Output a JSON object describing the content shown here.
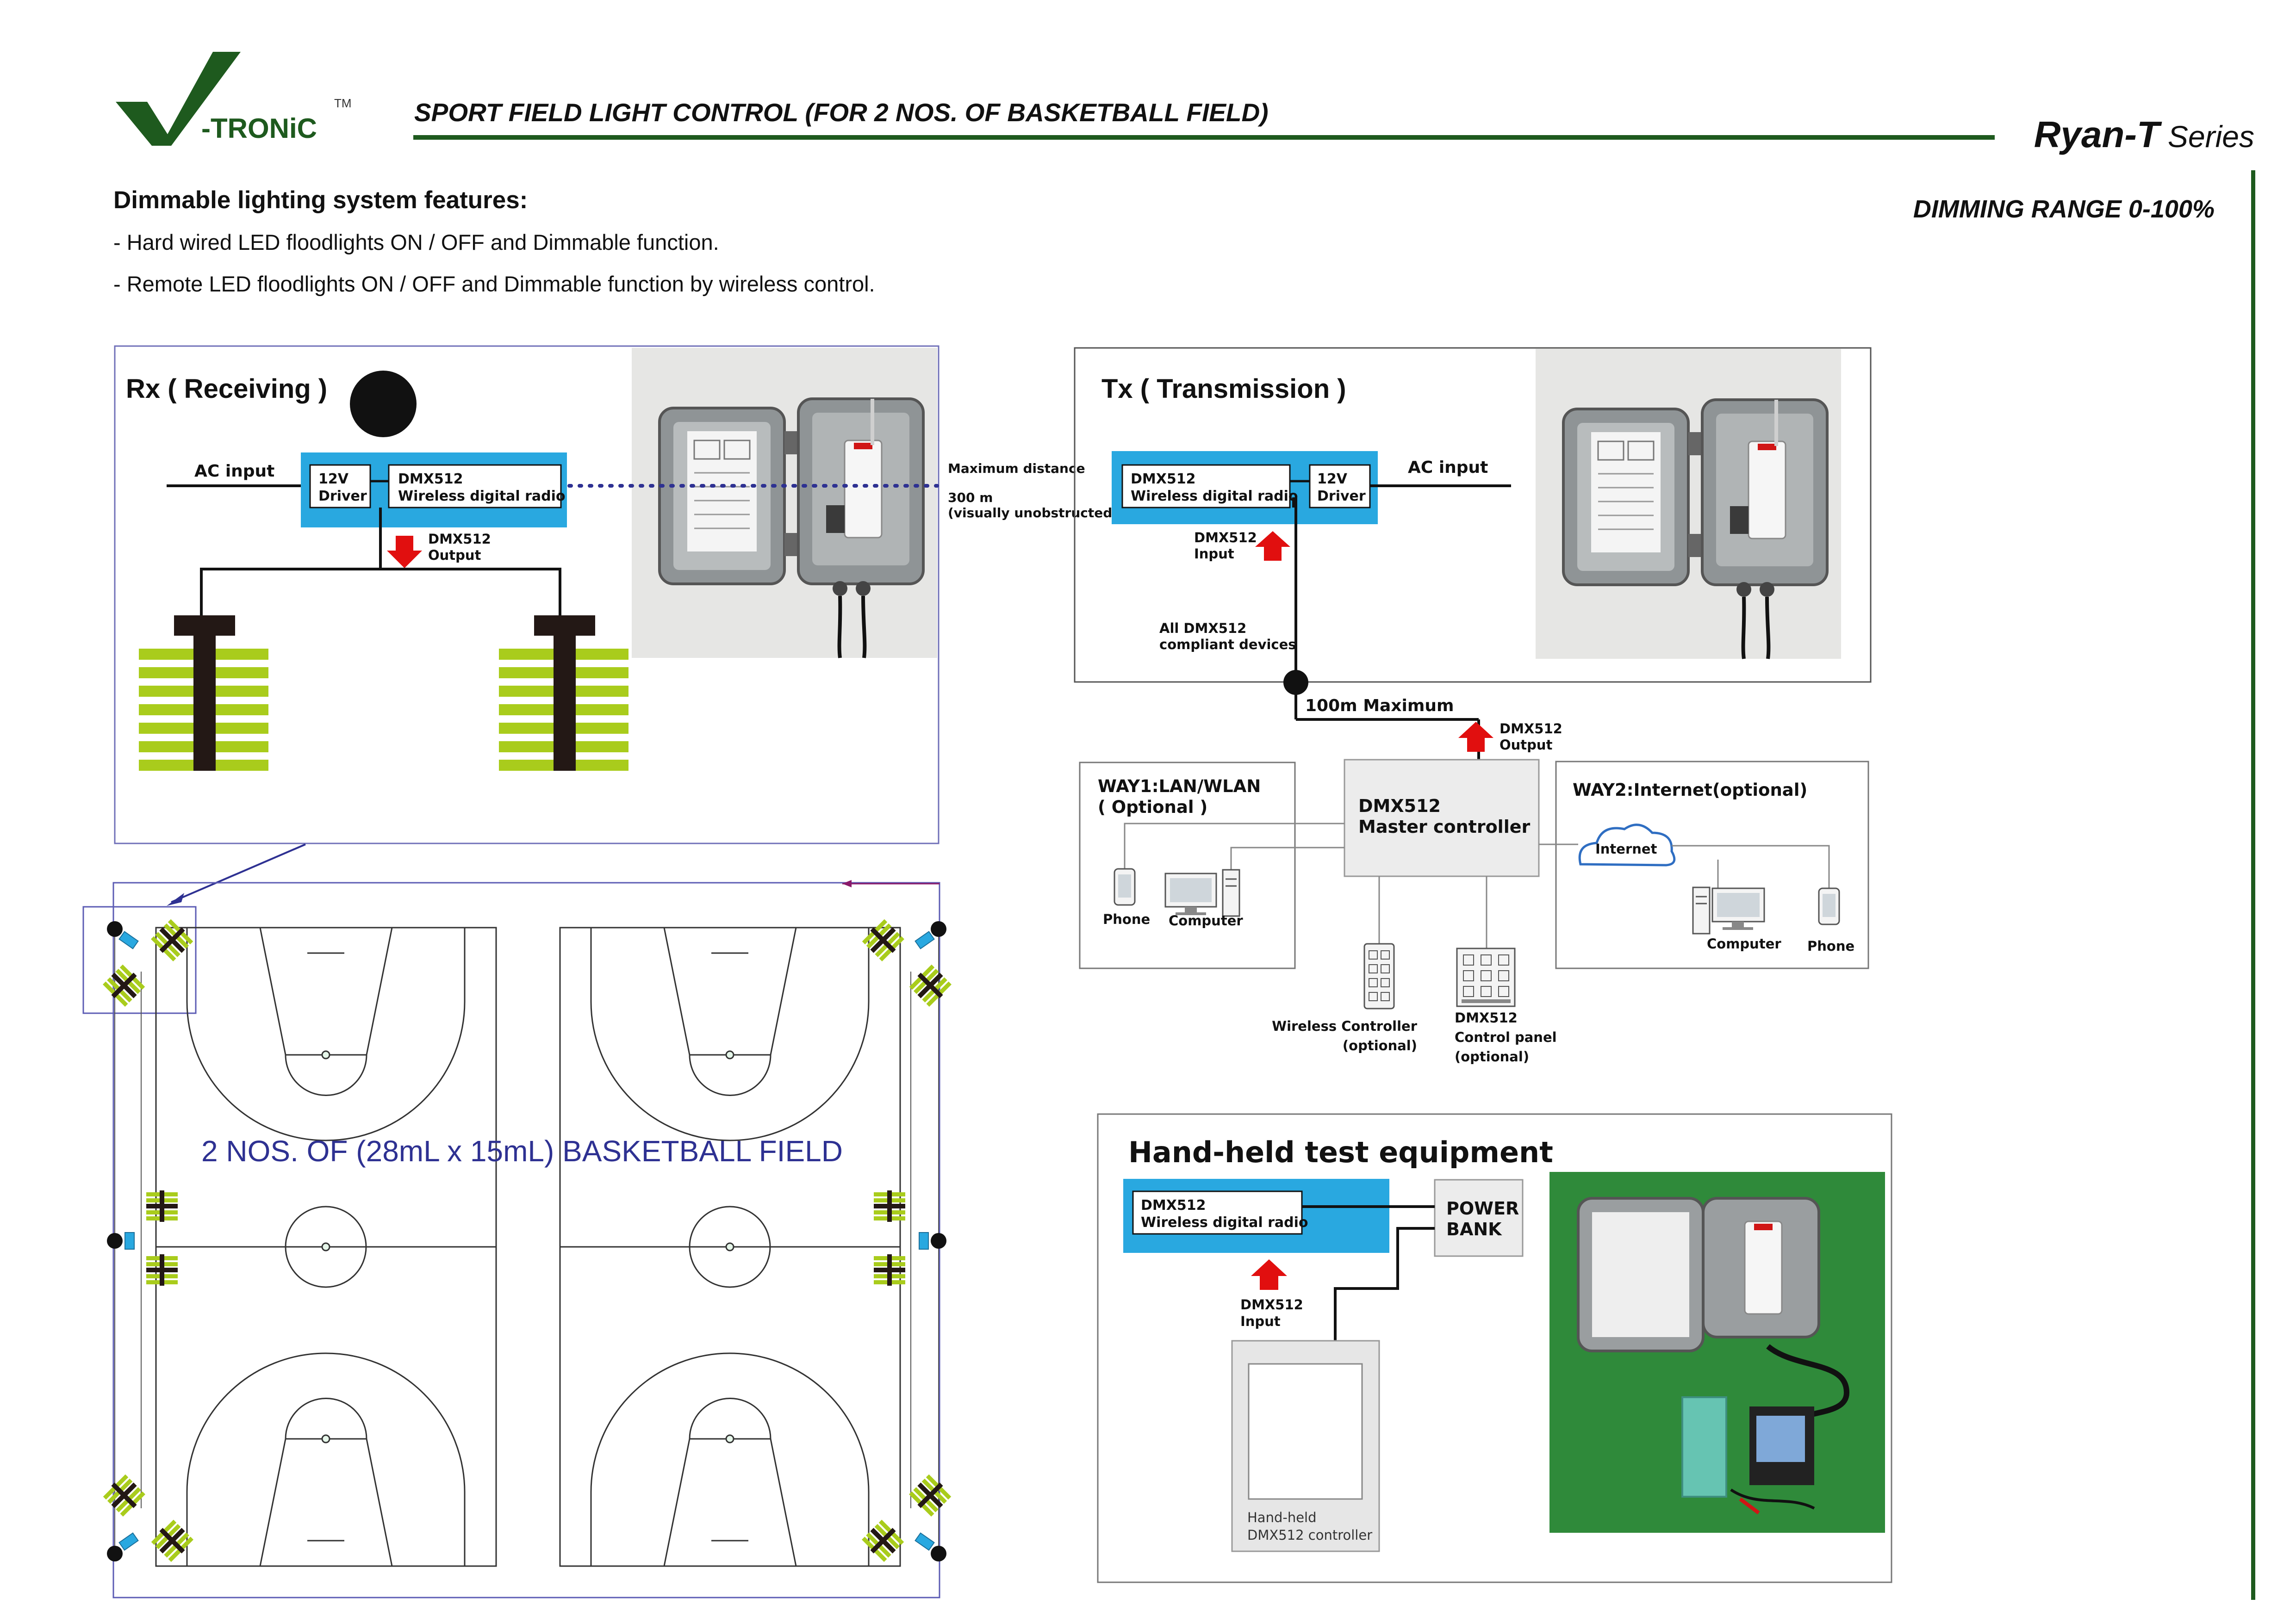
{
  "brand": {
    "logo_text": "-TRONiC",
    "trademark": "TM",
    "series_name": "Ryan-T",
    "series_suffix": "Series",
    "title": "SPORT FIELD LIGHT CONTROL (FOR 2 NOS. OF BASKETBALL FIELD)",
    "dimming": "DIMMING RANGE 0-100%"
  },
  "colors": {
    "brand_green": "#1e5a1e",
    "module_blue": "#29a8e0",
    "flood_green": "#a9cc1c",
    "arrow_red": "#e10f0f",
    "frame_purple": "#6060b8",
    "field_label": "#2e3192"
  },
  "features": {
    "heading": "Dimmable lighting system features:",
    "items": [
      "- Hard wired LED floodlights ON / OFF and Dimmable function.",
      "- Remote LED floodlights ON / OFF and Dimmable function by wireless control."
    ]
  },
  "rx": {
    "title": "Rx ( Receiving )",
    "ac_input": "AC input",
    "driver_line1": "12V",
    "driver_line2": "Driver",
    "radio_line1": "DMX512",
    "radio_line2": "Wireless digital radio",
    "output_line1": "DMX512",
    "output_line2": "Output"
  },
  "link": {
    "max_distance": "Maximum distance",
    "distance_value": "300 m",
    "distance_note": "(visually unobstructed)"
  },
  "tx": {
    "title": "Tx ( Transmission )",
    "ac_input": "AC input",
    "radio_line1": "DMX512",
    "radio_line2": "Wireless digital radio",
    "driver_line1": "12V",
    "driver_line2": "Driver",
    "input_line1": "DMX512",
    "input_line2": "Input",
    "devices_line1": "All DMX512",
    "devices_line2": "compliant devices"
  },
  "master": {
    "cable": "100m Maximum",
    "output_line1": "DMX512",
    "output_line2": "Output",
    "name_line1": "DMX512",
    "name_line2": "Master controller"
  },
  "way1": {
    "title_line1": "WAY1:LAN/WLAN",
    "title_line2": "( Optional )",
    "phone": "Phone",
    "computer": "Computer"
  },
  "way2": {
    "title": "WAY2:Internet(optional)",
    "internet": "Internet",
    "computer": "Computer",
    "phone": "Phone"
  },
  "accessories": {
    "wireless_line1": "Wireless Controller",
    "wireless_line2": "(optional)",
    "panel_line1": "DMX512",
    "panel_line2": "Control panel",
    "panel_line3": "(optional)"
  },
  "handheld": {
    "title": "Hand-held test equipment",
    "radio_line1": "DMX512",
    "radio_line2": "Wireless digital radio",
    "power_line1": "POWER",
    "power_line2": "BANK",
    "input_line1": "DMX512",
    "input_line2": "Input",
    "controller_line1": "Hand-held",
    "controller_line2": "DMX512 controller"
  },
  "field": {
    "label": "2 NOS. OF (28mL x 15mL) BASKETBALL FIELD"
  }
}
